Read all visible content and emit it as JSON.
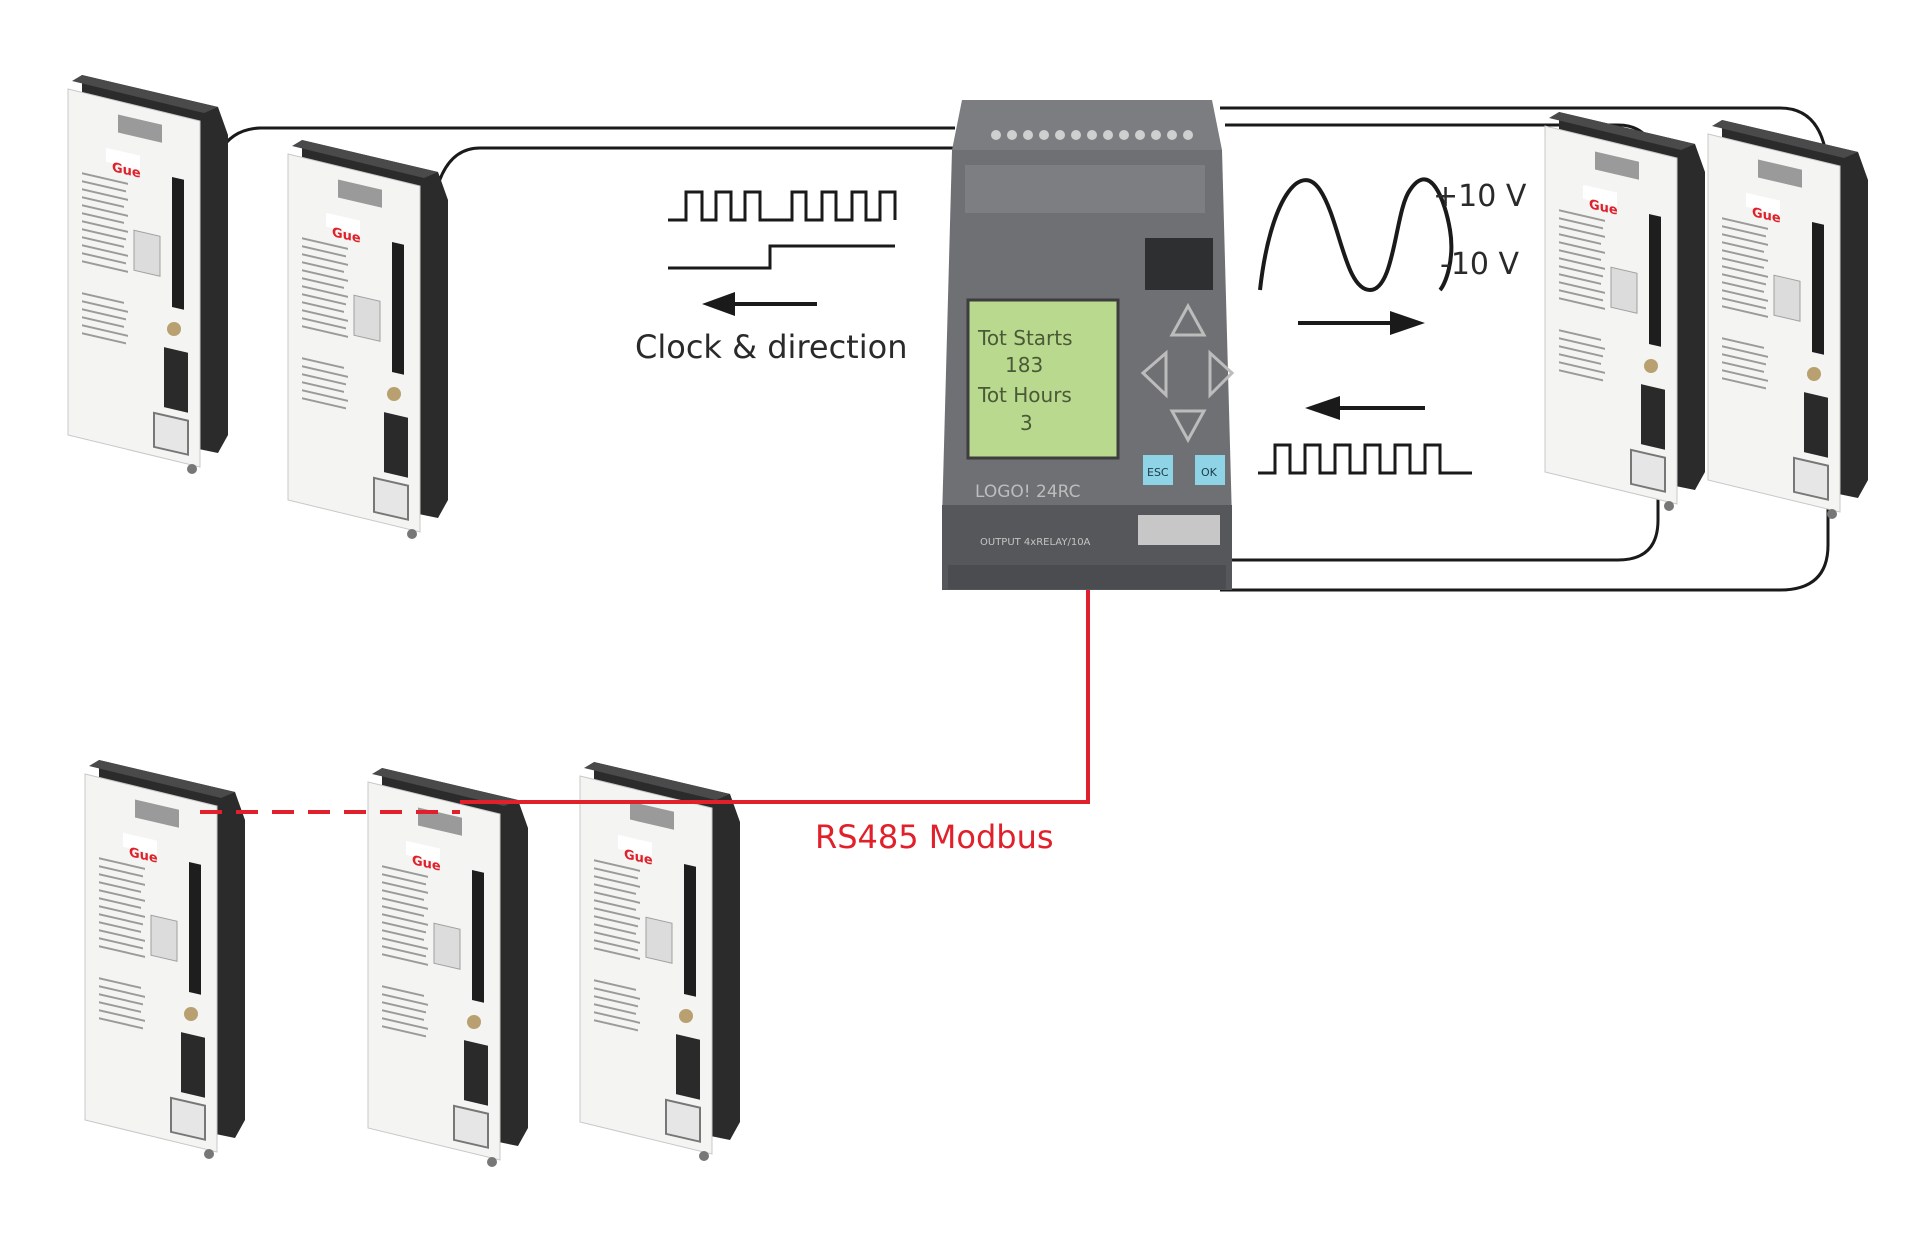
{
  "labels": {
    "clock_direction": "Clock & direction",
    "plus_10v": "+10 V",
    "minus_10v": "-10 V",
    "rs485": "RS485 Modbus"
  },
  "plc": {
    "model_label": "LOGO! 24RC",
    "lcd_lines": [
      "Tot Starts",
      "183",
      "Tot Hours",
      "3"
    ],
    "esc_label": "ESC",
    "ok_label": "OK",
    "output_label": "OUTPUT 4xRELAY/10A"
  },
  "drive_brand": "Gue",
  "colors": {
    "wire": "#1a1a1a",
    "modbus": "#e0202a",
    "drive_face": "#f4f4f2",
    "drive_side": "#2b2b2b",
    "plc_body": "#6e7073",
    "lcd": "#b9d98f",
    "button": "#8fd3e6",
    "brand": "#e0202a"
  },
  "drives": {
    "top_left": [
      "drive-top-left-1",
      "drive-top-left-2"
    ],
    "top_right": [
      "drive-top-right-1",
      "drive-top-right-2"
    ],
    "bottom": [
      "drive-bottom-1",
      "drive-bottom-2",
      "drive-bottom-3"
    ]
  }
}
